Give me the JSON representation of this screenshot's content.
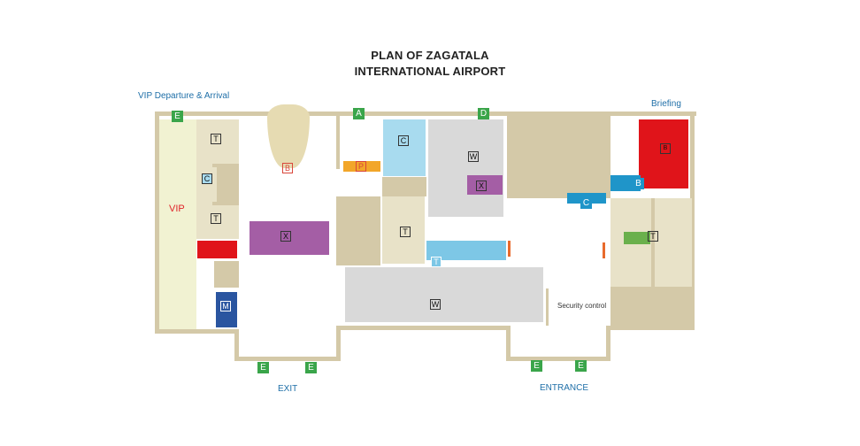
{
  "title": {
    "line1": "PLAN OF ZAGATALA",
    "line2": "INTERNATIONAL AIRPORT"
  },
  "labels": {
    "vip_departure": "VIP Departure & Arrival",
    "briefing": "Briefing",
    "vip": "VIP",
    "security": "Security control",
    "exit": "EXIT",
    "entrance": "ENTRANCE"
  },
  "markers": {
    "e": "E",
    "a": "A",
    "d": "D",
    "c": "C",
    "b": "B",
    "t": "T",
    "w": "W",
    "x": "X",
    "p": "P",
    "m": "M"
  },
  "colors": {
    "wall": "#d4c9a8",
    "room": "#e8e2c8",
    "vip_area": "#f1f2d2",
    "gray_area": "#d9d9d9",
    "cafe": "#a8dbef",
    "exchange": "#a45ea5",
    "briefing": "#e0141a",
    "green_tag": "#3aa54a",
    "blue_tag": "#1f95c9",
    "parking": "#f2a62a",
    "medical": "#2a55a0"
  }
}
